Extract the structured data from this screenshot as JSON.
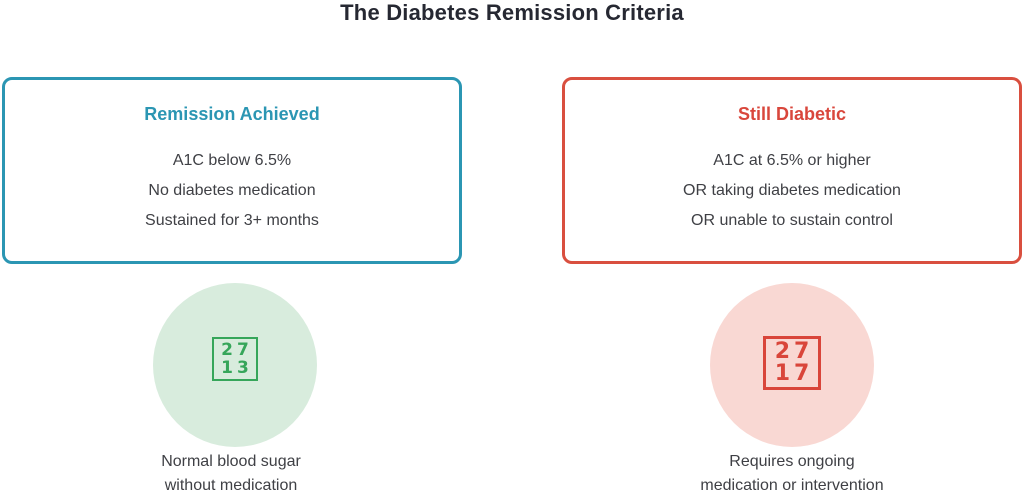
{
  "title": "The Diabetes Remission Criteria",
  "colors": {
    "heading_dark": "#262832",
    "body_text": "#3f4045",
    "teal_accent": "#2b96b3",
    "red_accent": "#d94f3f",
    "green_glyph": "#36a65a",
    "green_circle_bg": "#d8ecdd",
    "pink_circle_bg": "#f9d8d3",
    "red_glyph": "#d9453a"
  },
  "remission_card": {
    "title": "Remission Achieved",
    "lines": [
      "A1C below 6.5%",
      "No diabetes medication",
      "Sustained for 3+ months"
    ]
  },
  "diabetic_card": {
    "title": "Still Diabetic",
    "lines": [
      "A1C at 6.5% or higher",
      "OR taking diabetes medication",
      "OR unable to sustain control"
    ]
  },
  "remission_result": {
    "icon": "checkmark-missing-glyph (U+2713 tofu box)",
    "glyph_rows": [
      "27",
      "13"
    ],
    "caption_lines": [
      "Normal blood sugar",
      "without medication"
    ]
  },
  "diabetic_result": {
    "icon": "cross-missing-glyph (U+2717 tofu box)",
    "glyph_rows": [
      "27",
      "17"
    ],
    "caption_lines": [
      "Requires ongoing",
      "medication or intervention"
    ]
  }
}
